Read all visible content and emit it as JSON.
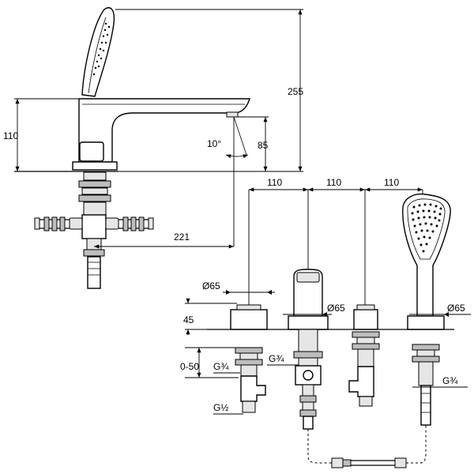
{
  "dimensions": {
    "height_total": "255",
    "height_spout": "110",
    "spout_drop": "85",
    "spout_angle": "10°",
    "spout_reach": "221",
    "spacing_1": "110",
    "spacing_2": "110",
    "spacing_3": "110",
    "diameter_valve": "Ø65",
    "diameter_spout": "Ø65",
    "diameter_shower": "Ø65",
    "height_rosette": "45",
    "deck_range": "0-50",
    "thread_valve": "G¾",
    "thread_spout": "G¾",
    "thread_shower": "G¾",
    "thread_outlet": "G½"
  }
}
